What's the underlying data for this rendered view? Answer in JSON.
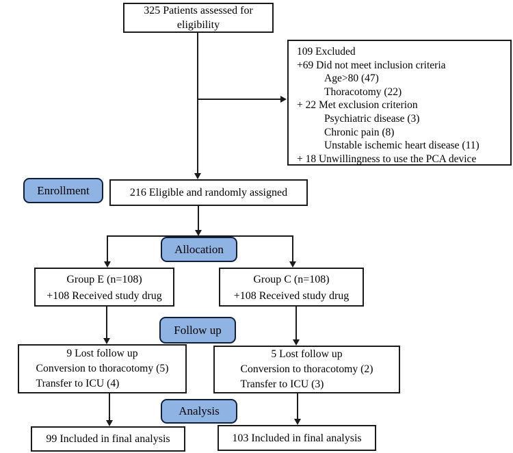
{
  "nodes": {
    "assessed": {
      "text": "325 Patients assessed for eligibility"
    },
    "excluded": {
      "lines": [
        "109 Excluded",
        "+69 Did not meet inclusion criteria",
        "Age>80 (47)",
        "Thoracotomy (22)",
        "+ 22 Met exclusion criterion",
        "Psychiatric disease (3)",
        "Chronic pain (8)",
        "Unstable ischemic heart disease (11)",
        "+ 18 Unwillingness to use the PCA device"
      ]
    },
    "eligible": {
      "text": "216 Eligible and randomly assigned"
    },
    "group_e": {
      "line1": "Group E (n=108)",
      "line2": "+108 Received study drug"
    },
    "group_c": {
      "line1": "Group C (n=108)",
      "line2": "+108 Received study drug"
    },
    "followup_e": {
      "line1": "9 Lost follow up",
      "line2": "Conversion to thoracotomy (5)",
      "line3": "Transfer to ICU (4)"
    },
    "followup_c": {
      "line1": "5 Lost follow up",
      "line2": "Conversion to thoracotomy (2)",
      "line3": "Transfer to ICU (3)"
    },
    "final_e": {
      "text": "99 Included in final analysis"
    },
    "final_c": {
      "text": "103 Included in final analysis"
    }
  },
  "stage_labels": {
    "enrollment": "Enrollment",
    "allocation": "Allocation",
    "followup": "Follow up",
    "analysis": "Analysis"
  },
  "colors": {
    "stage_fill": "#8FB3E2",
    "stage_border": "#0F1E3D",
    "box_border": "#1A1A1A"
  }
}
